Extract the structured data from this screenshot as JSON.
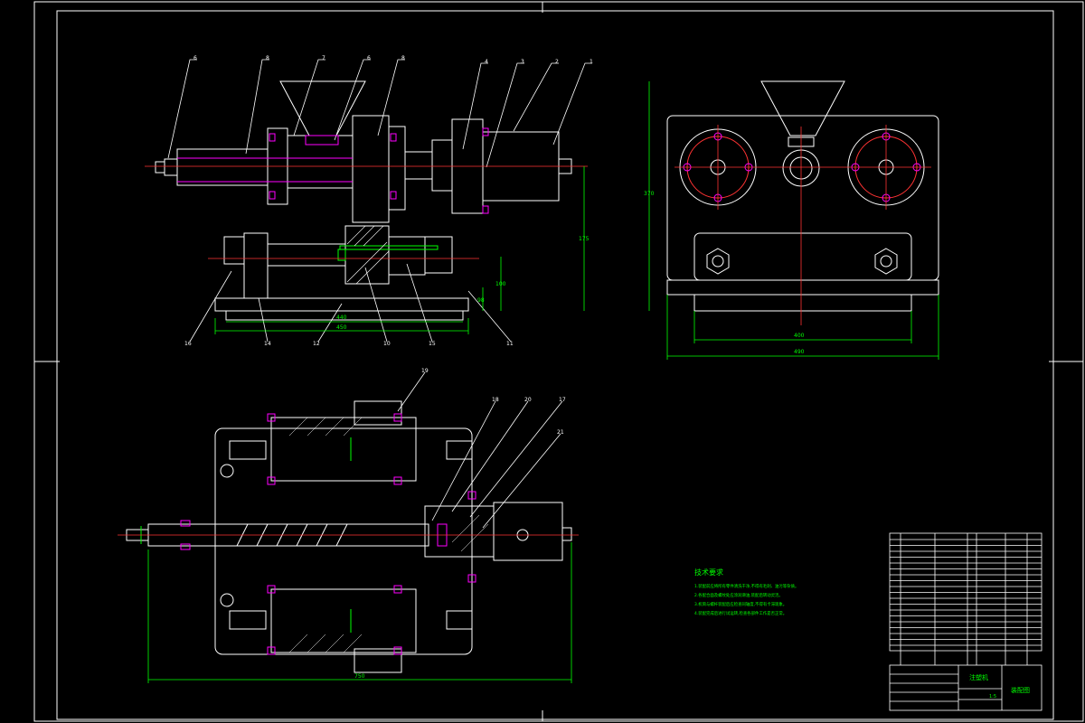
{
  "drawing": {
    "part_callouts_front": [
      "6",
      "8",
      "7",
      "6",
      "8",
      "4",
      "3",
      "2",
      "1"
    ],
    "part_callouts_front_bottom": [
      "16",
      "14",
      "12",
      "10",
      "15",
      "11"
    ],
    "part_callouts_top": [
      "19",
      "18",
      "20",
      "17",
      "21"
    ],
    "dimensions_front": [
      "440",
      "450",
      "175",
      "100",
      "98"
    ],
    "dimensions_side": [
      "400",
      "490",
      "370"
    ],
    "dimension_top_overall": "750",
    "tech_requirements": {
      "title": "技术要求",
      "lines": [
        "1.装配前应将所有零件清洗干净,不得有毛刺、油污等杂质。",
        "2.各配合面及螺纹处应涂润滑油,装配后转动灵活。",
        "3.机筒与螺杆装配后应检查同轴度,不得有卡滞现象。",
        "4.装配完成后进行试运转,检查各部件工作是否正常。"
      ]
    },
    "title_block": {
      "name": "注塑机",
      "drawing_type": "装配图",
      "scale": "1:5"
    }
  }
}
